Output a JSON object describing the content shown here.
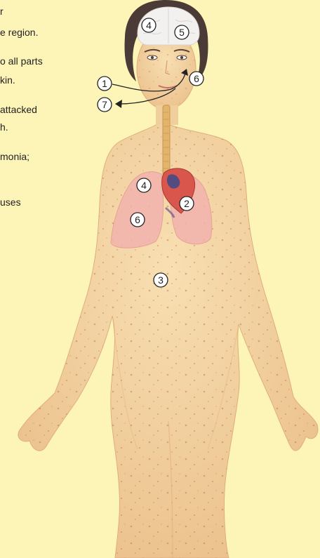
{
  "text_fragments": [
    "r",
    "e region.",
    "o all parts",
    "kin.",
    "attacked",
    "h.",
    "monia;",
    "uses"
  ],
  "markers": [
    {
      "id": "marker-4-brain",
      "label": "4"
    },
    {
      "id": "marker-5-brain",
      "label": "5"
    },
    {
      "id": "marker-6-head",
      "label": "6"
    },
    {
      "id": "marker-1-mouth",
      "label": "1"
    },
    {
      "id": "marker-7-mouth",
      "label": "7"
    },
    {
      "id": "marker-4-lung",
      "label": "4"
    },
    {
      "id": "marker-2-heart",
      "label": "2"
    },
    {
      "id": "marker-6-lung",
      "label": "6"
    },
    {
      "id": "marker-3-abdomen",
      "label": "3"
    }
  ],
  "colors": {
    "background": "#fdf4b8",
    "skin": "#f5d7a4",
    "skin_shadow": "#e9b984",
    "hair": "#4a3b36",
    "brain": "#f3f1ef",
    "lung": "#f2b3ae",
    "heart": "#d8564b",
    "trachea": "#e2b46c",
    "spots": "#c98a6a"
  }
}
